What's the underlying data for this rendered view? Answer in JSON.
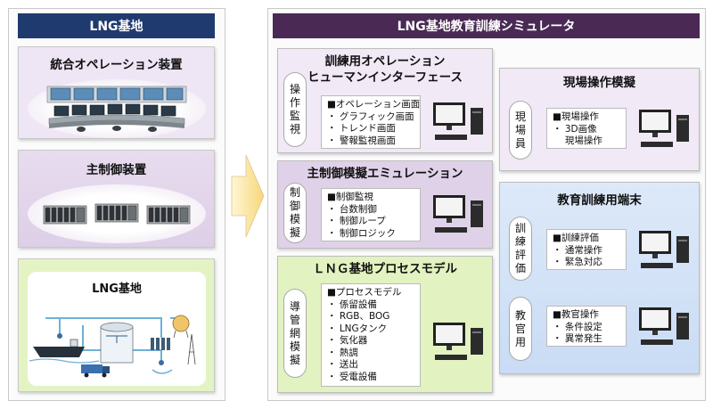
{
  "lng_base": {
    "header": "LNG基地",
    "integrated_ops": {
      "title": "統合オペレーション装置"
    },
    "main_control": {
      "title": "主制御装置"
    },
    "plant": {
      "title": "LNG基地"
    }
  },
  "simulator": {
    "header": "LNG基地教育訓練シミュレータ",
    "hmi": {
      "title_line1": "訓練用オペレーション",
      "title_line2": "ヒューマンインターフェース",
      "side_label": [
        "操",
        "作",
        "監",
        "視"
      ],
      "items": [
        "■オペレーション画面",
        "・ グラフィック画面",
        "・ トレンド画面",
        "・ 警報監視画面"
      ]
    },
    "emulation": {
      "title": "主制御模擬エミュレーション",
      "side_label": [
        "制",
        "御",
        "模",
        "擬"
      ],
      "items": [
        "■制御監視",
        "・ 台数制御",
        "・ 制御ループ",
        "・ 制御ロジック"
      ]
    },
    "process_model": {
      "title": "ＬＮＧ基地プロセスモデル",
      "side_label": [
        "導",
        "管",
        "網",
        "模",
        "擬"
      ],
      "items": [
        "■プロセスモデル",
        "・ 係留設備",
        "・ RGB、BOG",
        "・ LNGタンク",
        "・ 気化器",
        "・ 熱調",
        "・ 送出",
        "・ 受電設備"
      ]
    },
    "field_ops": {
      "title": "現場操作模擬",
      "side_label": [
        "現",
        "場",
        "員"
      ],
      "items": [
        "■現場操作",
        "・ 3D画像",
        "　 現場操作"
      ]
    },
    "training_terminal": {
      "title": "教育訓練用端末",
      "trainee": {
        "side_label": [
          "訓",
          "練",
          "評",
          "価"
        ],
        "items": [
          "■訓練評価",
          "・ 通常操作",
          "・ 緊急対応"
        ]
      },
      "instructor": {
        "side_label": [
          "教",
          "官",
          "用"
        ],
        "items": [
          "■教官操作",
          "・ 条件設定",
          "・ 異常発生"
        ]
      }
    }
  }
}
